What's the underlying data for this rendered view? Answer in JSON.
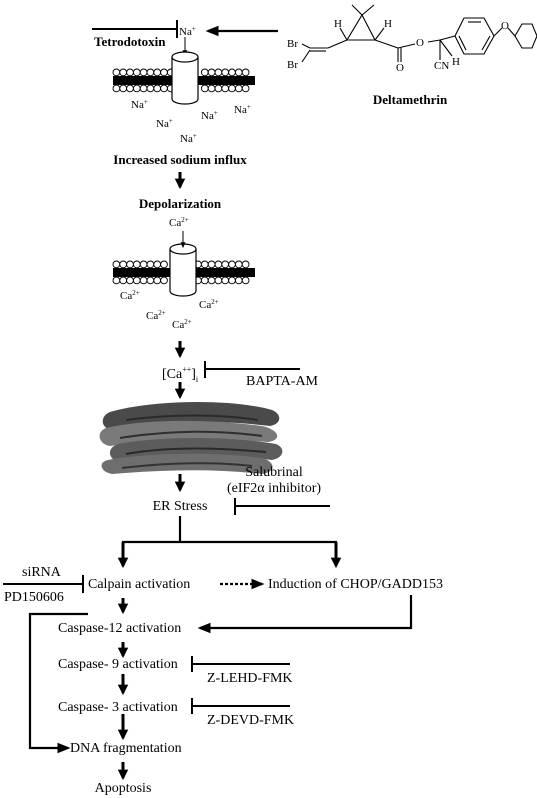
{
  "labels": {
    "tetrodotoxin": "Tetrodotoxin",
    "deltamethrin": "Deltamethrin",
    "na_ion": "Na",
    "na_charge": "+",
    "increased_sodium_influx": "Increased sodium influx",
    "depolarization": "Depolarization",
    "ca_ion": "Ca",
    "ca_charge": "2+",
    "ca_conc_prefix": "[Ca",
    "ca_conc_charge": "++",
    "ca_conc_suffix": "]",
    "ca_conc_sub": "i",
    "bapta_am": "BAPTA-AM",
    "salubrinal": "Salubrinal",
    "eif2a_inhibitor": "(eIF2α inhibitor)",
    "er_stress": "ER Stress",
    "sirna": "siRNA",
    "pd150606": "PD150606",
    "calpain_activation": "Calpain activation",
    "chop_induction": "Induction of CHOP/GADD153",
    "caspase12": "Caspase-12 activation",
    "caspase9": "Caspase- 9 activation",
    "caspase3": "Caspase- 3 activation",
    "z_lehd_fmk": "Z-LEHD-FMK",
    "z_devd_fmk": "Z-DEVD-FMK",
    "dna_fragmentation": "DNA fragmentation",
    "apoptosis": "Apoptosis"
  },
  "molecule_atoms": {
    "br_top": "Br",
    "br_bottom": "Br",
    "h_left": "H",
    "h_right": "H",
    "o_carbonyl": "O",
    "o_ester": "O",
    "cn": "CN",
    "h_benzylic": "H",
    "o_ether": "O"
  }
}
